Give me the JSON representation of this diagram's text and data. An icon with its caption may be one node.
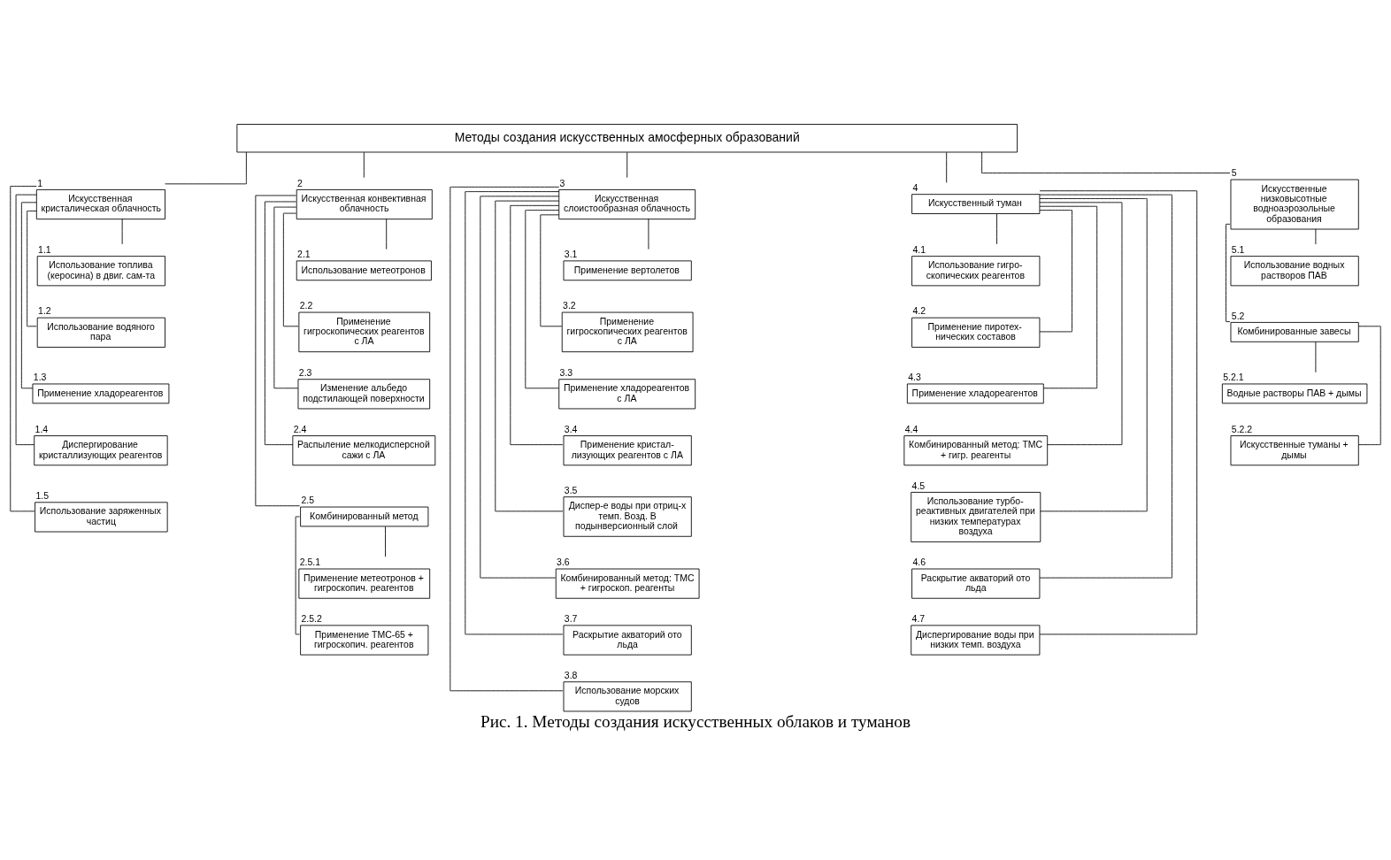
{
  "diagram": {
    "caption": "Рис. 1. Методы создания искусственных облаков и туманов",
    "nodes": [
      {
        "text": [
          "Методы создания искусственных амосферных образований"
        ]
      },
      {
        "text": [
          "Искусственная кристалическая облачность"
        ],
        "beside": [
          "1"
        ]
      },
      {
        "text": [
          "Использование топлива (керосина) в двиг. сам-та"
        ],
        "beside": [
          "1.1"
        ]
      },
      {
        "text": [
          "Использование водяного пара"
        ],
        "beside": [
          "1.2"
        ]
      },
      {
        "text": [
          "Применение хладореагентов"
        ],
        "beside": [
          "1.3"
        ]
      },
      {
        "text": [
          "Диспергирование кристаллизующих реагентов"
        ],
        "beside": [
          "1.4"
        ]
      },
      {
        "text": [
          "Использование заряженных частиц"
        ],
        "beside": [
          "1.5"
        ]
      },
      {
        "text": [
          "Искусственная конвективная облачность"
        ],
        "beside": [
          "2"
        ]
      },
      {
        "text": [
          "Использование метеотронов"
        ],
        "beside": [
          "2.1"
        ]
      },
      {
        "text": [
          "Применение гигроскопических реагентов с ЛА"
        ],
        "beside": [
          "2.2"
        ]
      },
      {
        "text": [
          "Изменение альбедо подстилающей поверхности"
        ],
        "beside": [
          "2.3"
        ]
      },
      {
        "text": [
          "Распыление мелкодисперсной сажи с ЛА"
        ],
        "beside": [
          "2.4"
        ]
      },
      {
        "text": [
          "Комбинированный метод"
        ],
        "beside": [
          "2.5"
        ]
      },
      {
        "text": [
          "Применение метеотронов + гигроскопич. реагентов"
        ],
        "beside": [
          "2.5.1"
        ]
      },
      {
        "text": [
          "Применение ТМС-65 + гигроскопич. реагентов"
        ],
        "beside": [
          "2.5.2"
        ]
      },
      {
        "text": [
          "Искусственная слоистообразная облачность"
        ],
        "beside": [
          "3"
        ]
      },
      {
        "text": [
          "Применение вертолетов"
        ],
        "beside": [
          "3.1"
        ]
      },
      {
        "text": [
          "Применение гигроскопических реагентов с ЛА"
        ],
        "beside": [
          "3.2"
        ]
      },
      {
        "text": [
          "Применение хладореагентов с ЛА"
        ],
        "beside": [
          "3.3"
        ]
      },
      {
        "text": [
          "Применение кристал- лизующих реагентов с ЛА"
        ],
        "beside": [
          "3.4"
        ]
      },
      {
        "text": [
          "Диспер-е воды при отриц-х темп. Возд. В подынверсионный слой"
        ],
        "beside": [
          "3.5"
        ]
      },
      {
        "text": [
          "Комбинированный метод: ТМС + гигроскоп. реагенты"
        ],
        "beside": [
          "3.6"
        ]
      },
      {
        "text": [
          "Раскрытие акваторий ото льда"
        ],
        "beside": [
          "3.7"
        ]
      },
      {
        "text": [
          "Использование морских судов"
        ],
        "beside": [
          "3.8"
        ]
      },
      {
        "text": [
          "Искусственный туман"
        ],
        "beside": [
          "4"
        ]
      },
      {
        "text": [
          "Использование гигро- скопических реагентов"
        ],
        "beside": [
          "4.1"
        ]
      },
      {
        "text": [
          "Применение пиротех- нических составов"
        ],
        "beside": [
          "4.2"
        ]
      },
      {
        "text": [
          "Применение хладореагентов"
        ],
        "beside": [
          "4.3"
        ]
      },
      {
        "text": [
          "Комбинированный метод: ТМС + гигр. реагенты"
        ],
        "beside": [
          "4.4"
        ]
      },
      {
        "text": [
          "Использование турбо- реактивных двигателей при низких температурах воздуха"
        ],
        "beside": [
          "4.5"
        ]
      },
      {
        "text": [
          "Раскрытие акваторий ото льда"
        ],
        "beside": [
          "4.6"
        ]
      },
      {
        "text": [
          "Диспергирование воды при низких темп. воздуха"
        ],
        "beside": [
          "4.7"
        ]
      },
      {
        "text": [
          "Искусственные низковысотные водноаэрозольные образования"
        ],
        "beside": [
          "5"
        ]
      },
      {
        "text": [
          "Использование водных растворов ПАВ"
        ],
        "beside": [
          "5.1"
        ]
      },
      {
        "text": [
          "Комбинированные завесы"
        ],
        "beside": [
          "5.2"
        ]
      },
      {
        "text": [
          "Водные растворы ПАВ + дымы"
        ],
        "beside": [
          "5.2.1"
        ]
      },
      {
        "text": [
          "Искусственные туманы + дымы"
        ],
        "beside": [
          "5.2.2"
        ]
      }
    ],
    "edges": [
      {
        "from": 0,
        "to": 1,
        "arrow": "none"
      },
      {
        "from": 0,
        "to": 7,
        "arrow": "none"
      },
      {
        "from": 0,
        "to": 15,
        "arrow": "none"
      },
      {
        "from": 0,
        "to": 24,
        "arrow": "none"
      },
      {
        "from": 0,
        "to": 32,
        "arrow": "none"
      },
      {
        "from": 1,
        "to": 2,
        "arrow": "none"
      },
      {
        "from": 1,
        "to": 3,
        "arrow": "none"
      },
      {
        "from": 1,
        "to": 4,
        "arrow": "none"
      },
      {
        "from": 1,
        "to": 5,
        "arrow": "none"
      },
      {
        "from": 1,
        "to": 6,
        "arrow": "none"
      },
      {
        "from": 7,
        "to": 8,
        "arrow": "none"
      },
      {
        "from": 7,
        "to": 9,
        "arrow": "none"
      },
      {
        "from": 7,
        "to": 10,
        "arrow": "none"
      },
      {
        "from": 7,
        "to": 11,
        "arrow": "none"
      },
      {
        "from": 7,
        "to": 12,
        "arrow": "none"
      },
      {
        "from": 12,
        "to": 13,
        "arrow": "none"
      },
      {
        "from": 12,
        "to": 14,
        "arrow": "none"
      },
      {
        "from": 15,
        "to": 16,
        "arrow": "none"
      },
      {
        "from": 15,
        "to": 17,
        "arrow": "none"
      },
      {
        "from": 15,
        "to": 18,
        "arrow": "none"
      },
      {
        "from": 15,
        "to": 19,
        "arrow": "none"
      },
      {
        "from": 15,
        "to": 20,
        "arrow": "none"
      },
      {
        "from": 15,
        "to": 21,
        "arrow": "none"
      },
      {
        "from": 15,
        "to": 22,
        "arrow": "none"
      },
      {
        "from": 15,
        "to": 23,
        "arrow": "none"
      },
      {
        "from": 24,
        "to": 25,
        "arrow": "none"
      },
      {
        "from": 24,
        "to": 26,
        "arrow": "none"
      },
      {
        "from": 24,
        "to": 27,
        "arrow": "none"
      },
      {
        "from": 24,
        "to": 28,
        "arrow": "none"
      },
      {
        "from": 24,
        "to": 29,
        "arrow": "none"
      },
      {
        "from": 24,
        "to": 30,
        "arrow": "none"
      },
      {
        "from": 24,
        "to": 31,
        "arrow": "none"
      },
      {
        "from": 32,
        "to": 33,
        "arrow": "none"
      },
      {
        "from": 32,
        "to": 34,
        "arrow": "none"
      },
      {
        "from": 34,
        "to": 35,
        "arrow": "none"
      },
      {
        "from": 34,
        "to": 36,
        "arrow": "none"
      }
    ]
  }
}
